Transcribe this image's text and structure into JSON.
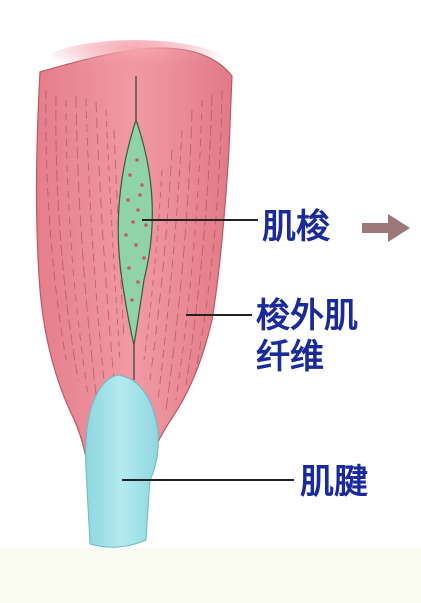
{
  "labels": {
    "spindle": "肌梭",
    "extrafusal_line1": "梭外肌",
    "extrafusal_line2": "纤维",
    "tendon": "肌腱"
  },
  "colors": {
    "muscle": "#ec8e98",
    "muscle_highlight": "#f4b0b8",
    "spindle": "#8fd3a6",
    "tendon": "#a7e3ea",
    "label_text": "#1a2a9a",
    "arrow": "#9c7878"
  },
  "icons": {
    "arrow": "right-arrow-icon"
  }
}
